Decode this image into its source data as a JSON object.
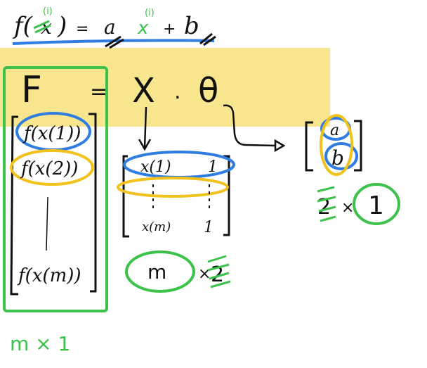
{
  "equation_top": {
    "f_label": "f(",
    "x_var": "x",
    "sup_i": "(i)",
    "close_paren": ")",
    "equals": "=",
    "a": "a",
    "x2": "x",
    "sup_i2": "(i)",
    "plus": "+",
    "b": "b"
  },
  "matrix_equation": {
    "F": "F",
    "equals": "=",
    "X": "X",
    "dot": ".",
    "theta": "θ"
  },
  "F_vector": {
    "entries": [
      "f(x(1))",
      "f(x(2))",
      "⋮",
      "f(x(m))"
    ],
    "dims": "m × 1"
  },
  "X_matrix": {
    "row1": [
      "x(1)",
      "1"
    ],
    "row_last": [
      "x(m)",
      "1"
    ],
    "dims_m": "m",
    "dims_x": "×",
    "dims_2": "2"
  },
  "theta_vector": {
    "entries": [
      "a",
      "b"
    ],
    "dims_2": "2",
    "dims_x": "×",
    "dims_1": "1"
  },
  "colors": {
    "highlight": "#f7e27a",
    "blue": "#2f7de1",
    "yellow": "#f2c21c",
    "green": "#3cc24a",
    "ink": "#111111"
  }
}
